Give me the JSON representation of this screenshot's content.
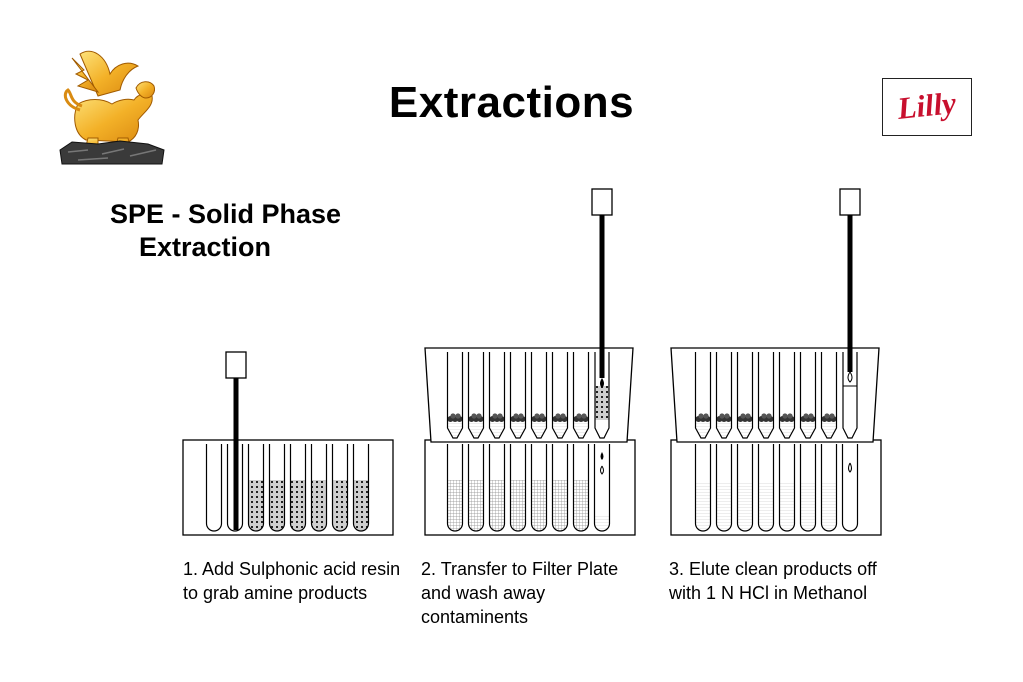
{
  "slide": {
    "title": "Extractions",
    "subtitle_line1": "SPE - Solid Phase",
    "subtitle_line2": "Extraction"
  },
  "logo": {
    "brand_text": "Lilly",
    "brand_color": "#c8102e"
  },
  "icons": [
    "griffin-logo-icon",
    "lilly-logo-icon"
  ],
  "steps": [
    {
      "caption": "1. Add Sulphonic acid resin to grab amine products"
    },
    {
      "caption": "2. Transfer to Filter Plate and wash away contaminents"
    },
    {
      "caption": "3. Elute clean products off with 1 N HCl in Methanol"
    }
  ]
}
